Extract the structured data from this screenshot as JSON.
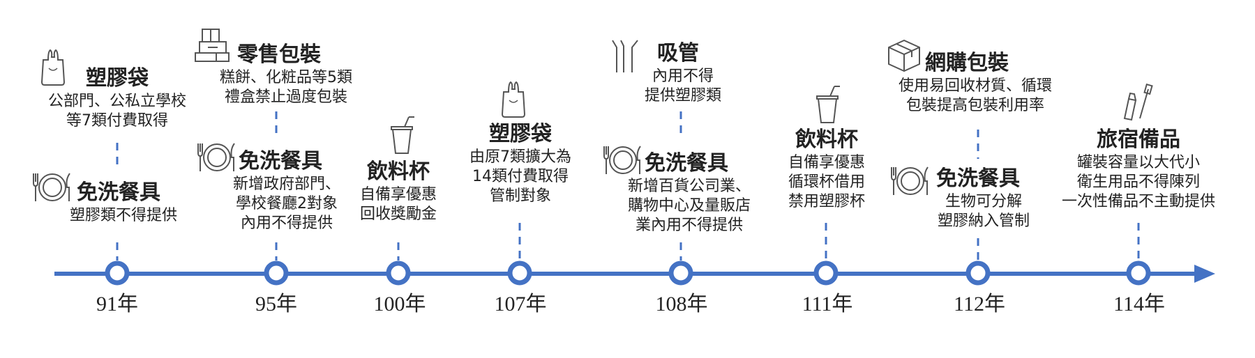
{
  "colors": {
    "axis": "#4472c4",
    "text": "#222222",
    "icon": "#333333"
  },
  "timeline": [
    {
      "year": "91年",
      "items": [
        {
          "icon": "plastic-bag-icon",
          "title": "塑膠袋",
          "desc": [
            "公部門、公私立學校",
            "等7類付費取得"
          ]
        },
        {
          "icon": "tableware-icon",
          "title": "免洗餐具",
          "desc": [
            "塑膠類不得提供"
          ]
        }
      ]
    },
    {
      "year": "95年",
      "items": [
        {
          "icon": "gift-box-icon",
          "title": "零售包裝",
          "desc": [
            "糕餅、化粧品等5類",
            "禮盒禁止過度包裝"
          ]
        },
        {
          "icon": "tableware-icon",
          "title": "免洗餐具",
          "desc": [
            "新增政府部門、",
            "學校餐廳2對象",
            "內用不得提供"
          ]
        }
      ]
    },
    {
      "year": "100年",
      "items": [
        {
          "icon": "drink-cup-icon",
          "title": "飲料杯",
          "desc": [
            "自備享優惠",
            "回收獎勵金"
          ]
        }
      ]
    },
    {
      "year": "107年",
      "items": [
        {
          "icon": "plastic-bag-icon",
          "title": "塑膠袋",
          "desc": [
            "由原7類擴大為",
            "14類付費取得",
            "管制對象"
          ]
        }
      ]
    },
    {
      "year": "108年",
      "items": [
        {
          "icon": "straws-icon",
          "title": "吸管",
          "desc": [
            "內用不得",
            "提供塑膠類"
          ]
        },
        {
          "icon": "tableware-icon",
          "title": "免洗餐具",
          "desc": [
            "新增百貨公司業、",
            "購物中心及量販店",
            "業內用不得提供"
          ]
        }
      ]
    },
    {
      "year": "111年",
      "items": [
        {
          "icon": "drink-cup-icon",
          "title": "飲料杯",
          "desc": [
            "自備享優惠",
            "循環杯借用",
            "禁用塑膠杯"
          ]
        }
      ]
    },
    {
      "year": "112年",
      "items": [
        {
          "icon": "parcel-box-icon",
          "title": "網購包裝",
          "desc": [
            "使用易回收材質、循環",
            "包裝提高包裝利用率"
          ]
        },
        {
          "icon": "tableware-icon",
          "title": "免洗餐具",
          "desc": [
            "生物可分解",
            "塑膠納入管制"
          ]
        }
      ]
    },
    {
      "year": "114年",
      "items": [
        {
          "icon": "toiletries-icon",
          "title": "旅宿備品",
          "desc": [
            "罐裝容量以大代小",
            "衛生用品不得陳列",
            "一次性備品不主動提供"
          ]
        }
      ]
    }
  ]
}
